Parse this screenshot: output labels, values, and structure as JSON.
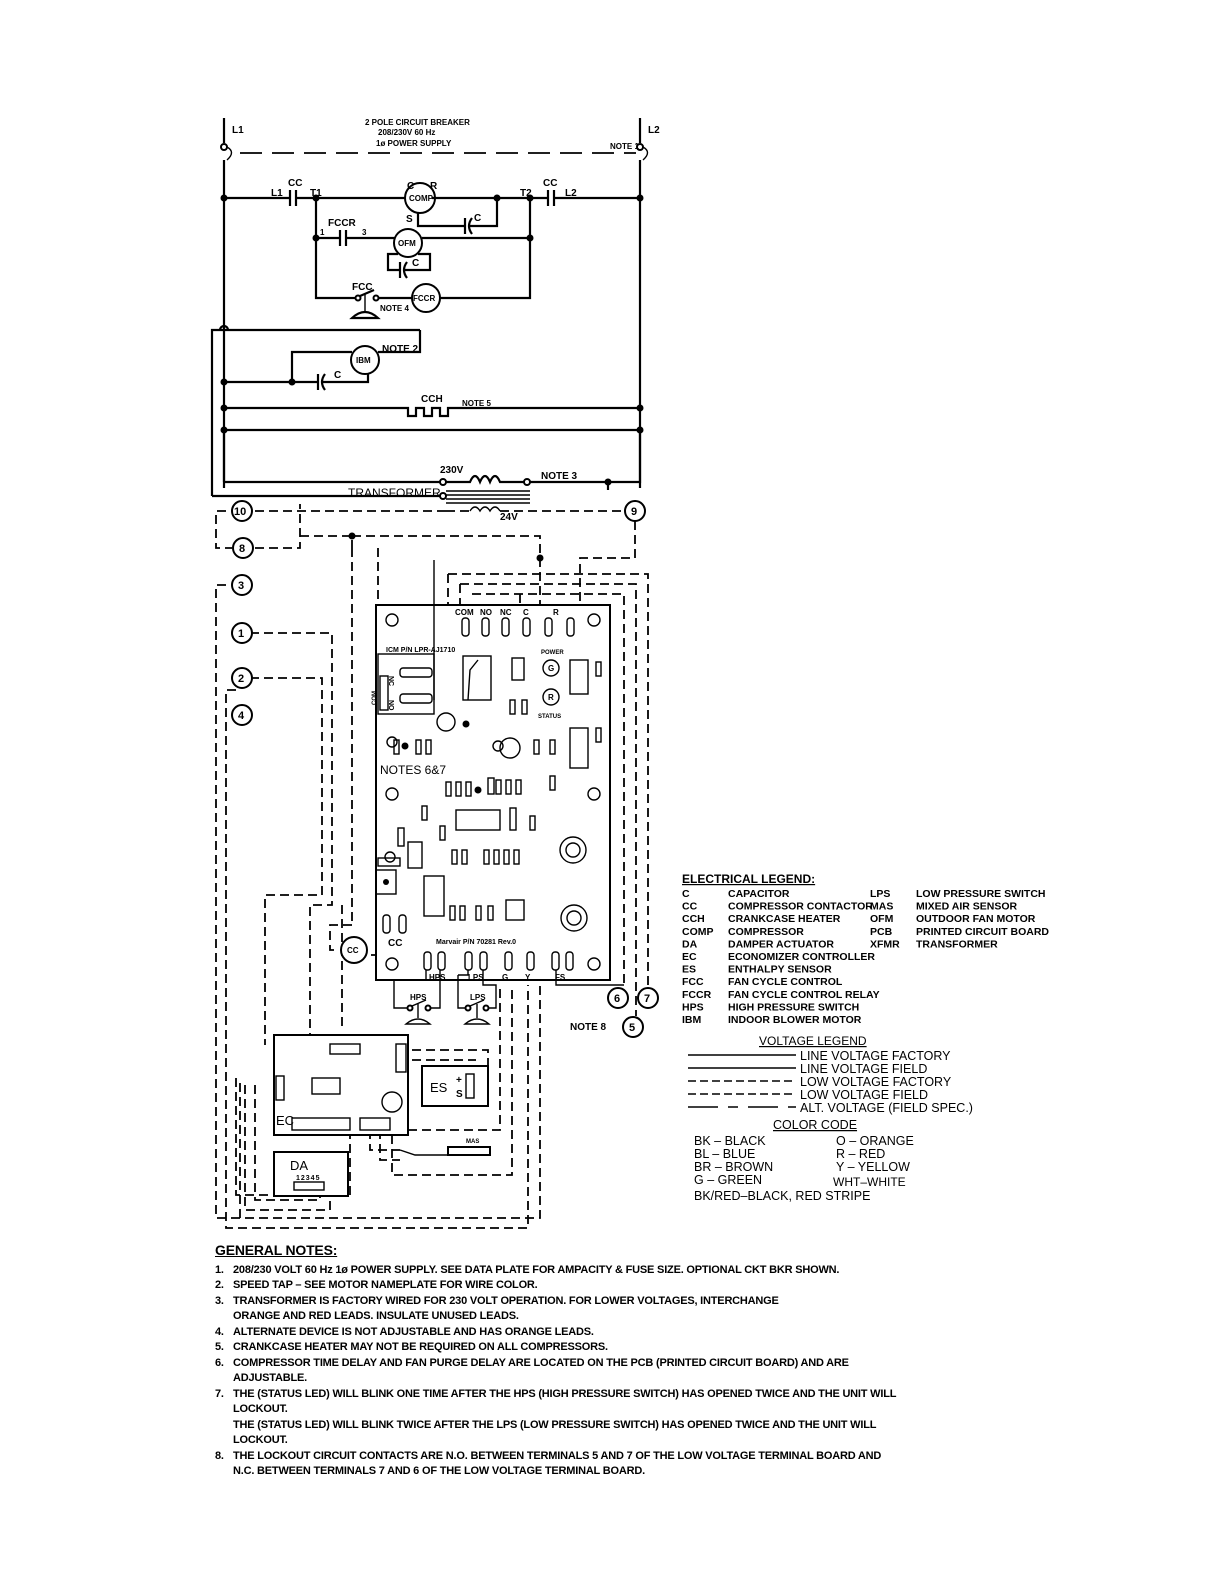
{
  "power": {
    "l1": "L1",
    "l2": "L2",
    "breaker_line1": "2 POLE CIRCUIT BREAKER",
    "breaker_line2": "208/230V 60 Hz",
    "breaker_line3": "1ø POWER SUPPLY",
    "note1": "NOTE 1"
  },
  "components": {
    "cc": "CC",
    "t1": "T1",
    "t2": "T2",
    "comp": "COMP",
    "c": "C",
    "r": "R",
    "s": "S",
    "fccr": "FCCR",
    "ofm": "OFM",
    "fcc": "FCC",
    "note4": "NOTE 4",
    "ibm": "IBM",
    "note2": "NOTE 2",
    "cch": "CCH",
    "note5": "NOTE 5",
    "v230": "230V",
    "note3": "NOTE 3",
    "transformer": "TRANSFORMER",
    "v24": "24V"
  },
  "terminals": [
    "10",
    "9",
    "8",
    "3",
    "1",
    "2",
    "4",
    "6",
    "7",
    "5"
  ],
  "pcb": {
    "top_terminals": [
      "COM",
      "NO",
      "NC",
      "C",
      "R"
    ],
    "part_number": "ICM P/N LPR-AJ1710",
    "relay_nc": "NC",
    "relay_no": "NO",
    "relay_com": "COM",
    "power": "POWER",
    "status": "STATUS",
    "led_g": "G",
    "led_r": "R",
    "notes": "NOTES 6&7",
    "cc_label": "CC",
    "marvair_pn": "Marvair P/N 70281 Rev.0",
    "bottom_terminals": [
      "HPS",
      "LPS",
      "G",
      "Y",
      "FS"
    ],
    "hps": "HPS",
    "lps": "LPS",
    "note8": "NOTE 8"
  },
  "econ": {
    "ec": "EC",
    "es": "ES",
    "es_plus": "+",
    "es_s": "S",
    "da": "DA",
    "da_pins": "12345",
    "mas": "MAS"
  },
  "electrical_legend": {
    "title": "ELECTRICAL LEGEND:",
    "left": [
      [
        "C",
        "CAPACITOR"
      ],
      [
        "CC",
        "COMPRESSOR CONTACTOR"
      ],
      [
        "CCH",
        "CRANKCASE HEATER"
      ],
      [
        "COMP",
        "COMPRESSOR"
      ],
      [
        "DA",
        "DAMPER ACTUATOR"
      ],
      [
        "EC",
        "ECONOMIZER CONTROLLER"
      ],
      [
        "ES",
        "ENTHALPY SENSOR"
      ],
      [
        "FCC",
        "FAN CYCLE CONTROL"
      ],
      [
        "FCCR",
        "FAN CYCLE CONTROL RELAY"
      ],
      [
        "HPS",
        "HIGH PRESSURE SWITCH"
      ],
      [
        "IBM",
        "INDOOR BLOWER MOTOR"
      ]
    ],
    "right": [
      [
        "LPS",
        "LOW PRESSURE SWITCH"
      ],
      [
        "MAS",
        "MIXED AIR SENSOR"
      ],
      [
        "OFM",
        "OUTDOOR FAN MOTOR"
      ],
      [
        "PCB",
        "PRINTED CIRCUIT BOARD"
      ],
      [
        "XFMR",
        "TRANSFORMER"
      ]
    ]
  },
  "voltage_legend": {
    "title": "VOLTAGE LEGEND",
    "items": [
      "LINE VOLTAGE FACTORY",
      "LINE VOLTAGE FIELD",
      "LOW VOLTAGE FACTORY",
      "LOW VOLTAGE FIELD",
      "ALT. VOLTAGE (FIELD SPEC.)"
    ]
  },
  "color_code": {
    "title": "COLOR CODE",
    "left": [
      "BK – BLACK",
      "BL – BLUE",
      "BR – BROWN",
      "G – GREEN"
    ],
    "right": [
      "O – ORANGE",
      "R – RED",
      "Y – YELLOW",
      "WHT–WHITE"
    ],
    "extra": "BK/RED–BLACK, RED STRIPE"
  },
  "general_notes": {
    "title": "GENERAL NOTES:",
    "items": [
      {
        "num": "1.",
        "lines": [
          "208/230 VOLT 60 Hz 1ø POWER SUPPLY. SEE DATA PLATE FOR AMPACITY & FUSE SIZE. OPTIONAL CKT BKR SHOWN."
        ]
      },
      {
        "num": "2.",
        "lines": [
          "SPEED TAP – SEE MOTOR NAMEPLATE FOR WIRE COLOR."
        ]
      },
      {
        "num": "3.",
        "lines": [
          "TRANSFORMER IS FACTORY WIRED FOR 230 VOLT OPERATION. FOR LOWER VOLTAGES, INTERCHANGE",
          "ORANGE AND RED LEADS. INSULATE UNUSED LEADS."
        ]
      },
      {
        "num": "4.",
        "lines": [
          "ALTERNATE DEVICE IS NOT ADJUSTABLE AND HAS ORANGE LEADS."
        ]
      },
      {
        "num": "5.",
        "lines": [
          "CRANKCASE HEATER MAY NOT BE REQUIRED ON ALL COMPRESSORS."
        ]
      },
      {
        "num": "6.",
        "lines": [
          "COMPRESSOR TIME DELAY AND FAN PURGE DELAY ARE LOCATED ON THE PCB (PRINTED CIRCUIT BOARD) AND ARE ADJUSTABLE."
        ]
      },
      {
        "num": "7.",
        "lines": [
          "THE (STATUS LED) WILL BLINK ONE TIME AFTER THE HPS (HIGH PRESSURE SWITCH) HAS OPENED TWICE AND THE UNIT WILL LOCKOUT.",
          "THE (STATUS LED) WILL BLINK TWICE AFTER THE LPS (LOW PRESSURE SWITCH) HAS OPENED TWICE AND THE UNIT WILL LOCKOUT."
        ]
      },
      {
        "num": "8.",
        "lines": [
          "THE LOCKOUT CIRCUIT CONTACTS ARE N.O. BETWEEN TERMINALS 5 AND 7 OF THE LOW VOLTAGE TERMINAL BOARD AND",
          "N.C. BETWEEN TERMINALS 7 AND 6 OF THE LOW VOLTAGE TERMINAL BOARD."
        ]
      }
    ]
  }
}
